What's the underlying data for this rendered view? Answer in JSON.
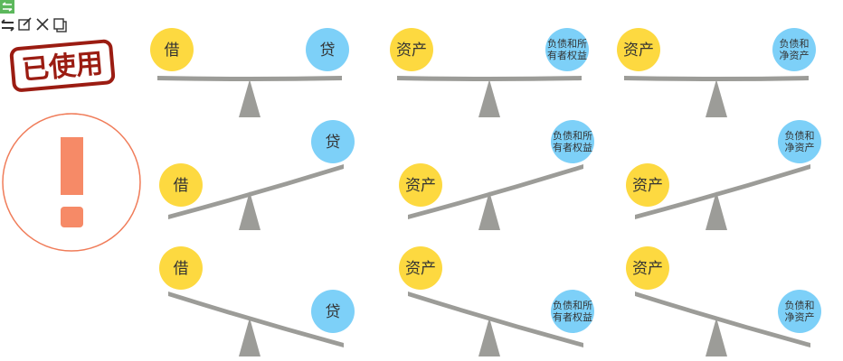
{
  "toolbar": {
    "icons": [
      "swap-icon",
      "edit-icon",
      "close-icon",
      "copy-icon"
    ],
    "top_badge_icon": "swap-icon"
  },
  "stamp": {
    "text": "已使用",
    "color": "#9b1c12"
  },
  "warning": {
    "glyph": "!",
    "ring_color": "#f07c59",
    "fill_color": "#f68a67"
  },
  "balances": [
    {
      "left": "借",
      "right": "贷",
      "tilt": "level"
    },
    {
      "left": "资产",
      "right": "负债和所有者权益",
      "right_lines": [
        "负债和所",
        "有者权益"
      ],
      "tilt": "level"
    },
    {
      "left": "资产",
      "right": "负债和净资产",
      "right_lines": [
        "负债和",
        "净资产"
      ],
      "tilt": "level"
    },
    {
      "left": "借",
      "right": "贷",
      "tilt": "right-up"
    },
    {
      "left": "资产",
      "right": "负债和所有者权益",
      "right_lines": [
        "负债和所",
        "有者权益"
      ],
      "tilt": "right-up"
    },
    {
      "left": "资产",
      "right": "负债和净资产",
      "right_lines": [
        "负债和",
        "净资产"
      ],
      "tilt": "right-up"
    },
    {
      "left": "借",
      "right": "贷",
      "tilt": "left-up"
    },
    {
      "left": "资产",
      "right": "负债和所有者权益",
      "right_lines": [
        "负债和所",
        "有者权益"
      ],
      "tilt": "left-up"
    },
    {
      "left": "资产",
      "right": "负债和净资产",
      "right_lines": [
        "负债和",
        "净资产"
      ],
      "tilt": "left-up"
    }
  ],
  "colors": {
    "left_circle": "#fdd940",
    "right_circle": "#7dd0f8",
    "beam": "#9c9c98",
    "fulcrum": "#9c9c98"
  }
}
